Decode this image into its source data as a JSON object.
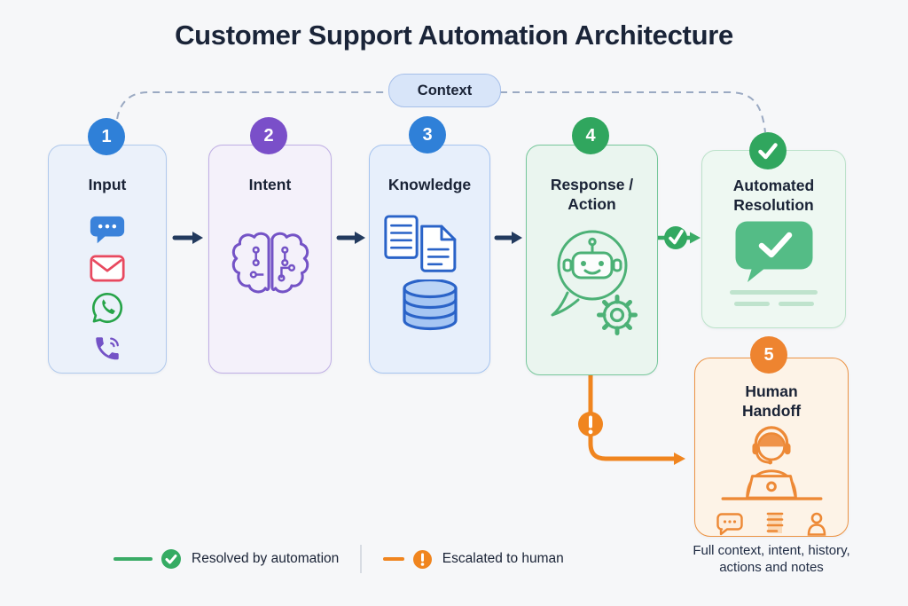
{
  "title": "Customer Support Automation Architecture",
  "context": {
    "label": "Context"
  },
  "stages": [
    {
      "number": "1",
      "title": "Input",
      "icons": [
        "chat-bubble-icon",
        "email-icon",
        "whatsapp-icon",
        "phone-icon"
      ]
    },
    {
      "number": "2",
      "title": "Intent",
      "icons": [
        "brain-circuit-icon"
      ]
    },
    {
      "number": "3",
      "title": "Knowledge",
      "icons": [
        "documents-icon",
        "database-icon"
      ]
    },
    {
      "number": "4",
      "title_line1": "Response /",
      "title_line2": "Action",
      "icons": [
        "chatbot-icon",
        "gear-icon"
      ]
    }
  ],
  "outcomes": {
    "automated": {
      "title_line1": "Automated",
      "title_line2": "Resolution",
      "icons": [
        "check-badge-icon",
        "check-bubble-icon"
      ]
    },
    "handoff": {
      "number": "5",
      "title_line1": "Human",
      "title_line2": "Handoff",
      "icons": [
        "support-agent-icon",
        "chat-icon",
        "notes-icon",
        "person-icon"
      ],
      "note_line1": "Full context, intent, history,",
      "note_line2": "actions and notes"
    }
  },
  "legend": {
    "resolved_label": "Resolved by automation",
    "escalated_label": "Escalated to human"
  },
  "colors": {
    "stage_blue": "#2f80d8",
    "stage_purple": "#7a4fc9",
    "stage_green": "#30a65e",
    "stage_orange": "#ee8430",
    "flow_arrow": "#223a5e",
    "resolved_green": "#3aab66",
    "escalated_orange": "#f0851f",
    "context_dash": "#9aa9c2"
  }
}
